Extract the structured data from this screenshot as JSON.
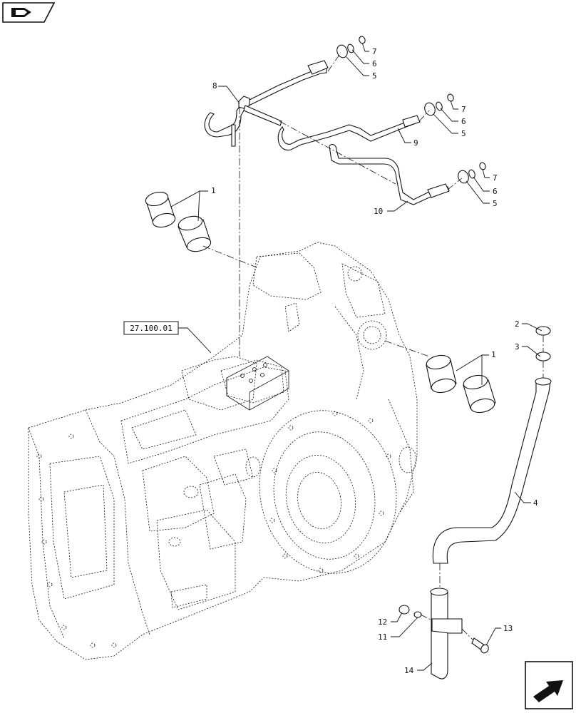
{
  "reference_box": {
    "label": "27.100.01"
  },
  "callouts": [
    {
      "id": "c1a",
      "text": "1"
    },
    {
      "id": "c1b",
      "text": "1"
    },
    {
      "id": "c2",
      "text": "2"
    },
    {
      "id": "c3",
      "text": "3"
    },
    {
      "id": "c4",
      "text": "4"
    },
    {
      "id": "c5a",
      "text": "5"
    },
    {
      "id": "c5b",
      "text": "5"
    },
    {
      "id": "c5c",
      "text": "5"
    },
    {
      "id": "c6a",
      "text": "6"
    },
    {
      "id": "c6b",
      "text": "6"
    },
    {
      "id": "c6c",
      "text": "6"
    },
    {
      "id": "c7a",
      "text": "7"
    },
    {
      "id": "c7b",
      "text": "7"
    },
    {
      "id": "c7c",
      "text": "7"
    },
    {
      "id": "c8",
      "text": "8"
    },
    {
      "id": "c9",
      "text": "9"
    },
    {
      "id": "c10",
      "text": "10"
    },
    {
      "id": "c11",
      "text": "11"
    },
    {
      "id": "c12",
      "text": "12"
    },
    {
      "id": "c13",
      "text": "13"
    },
    {
      "id": "c14",
      "text": "14"
    }
  ],
  "icons": {
    "top_left": "book-navigation-icon",
    "bottom_right": "next-page-arrow-icon"
  }
}
